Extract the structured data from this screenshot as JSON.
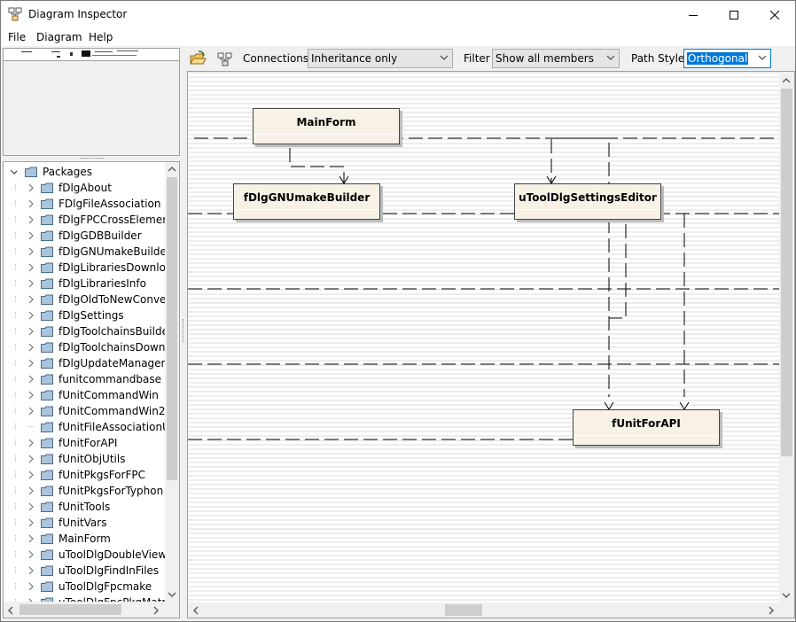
{
  "window": {
    "title": "Diagram Inspector",
    "icon": "diagram-app-icon",
    "controls": [
      "minimize-icon",
      "maximize-icon",
      "close-icon"
    ]
  },
  "menu": [
    "File",
    "Diagram",
    "Help"
  ],
  "toolbar": {
    "open_icon": "open-folder-icon",
    "layout_icon": "diagram-layout-icon",
    "connections_label": "Connections",
    "connections_value": "Inheritance only",
    "filter_label": "Filter",
    "filter_value": "Show all members",
    "path_style_label": "Path Style",
    "path_style_value": "Orthogonal"
  },
  "tree": {
    "root": "Packages",
    "items": [
      "fDlgAbout",
      "FDlgFileAssociation",
      "fDlgFPCCrossElements",
      "fDlgGDBBuilder",
      "fDlgGNUmakeBuilder",
      "fDlgLibrariesDownload",
      "fDlgLibrariesInfo",
      "fDlgOldToNewConvert",
      "fDlgSettings",
      "fDlgToolchainsBuilder",
      "fDlgToolchainsDownlo",
      "fDlgUpdateManager",
      "funitcommandbase",
      "fUnitCommandWin",
      "fUnitCommandWin2",
      "fUnitFileAssociationUti",
      "fUnitForAPI",
      "fUnitObjUtils",
      "fUnitPkgsForFPC",
      "fUnitPkgsForTyphon",
      "fUnitTools",
      "fUnitVars",
      "MainForm",
      "uToolDlgDoubleViewe",
      "uToolDlgFindInFiles",
      "uToolDlgFpcmake",
      "uToolDlgFpcPkgMatrix"
    ],
    "no_expander": [
      "fUnitFileAssociationUti"
    ]
  },
  "diagram": {
    "classes": [
      "MainForm",
      "fDlgGNUmakeBuilder",
      "uToolDlgSettingsEditor",
      "fUnitForAPI"
    ],
    "colors": {
      "box_fill": "#f8f2e6",
      "box_border": "#444444",
      "stripe": "#ededed"
    }
  }
}
